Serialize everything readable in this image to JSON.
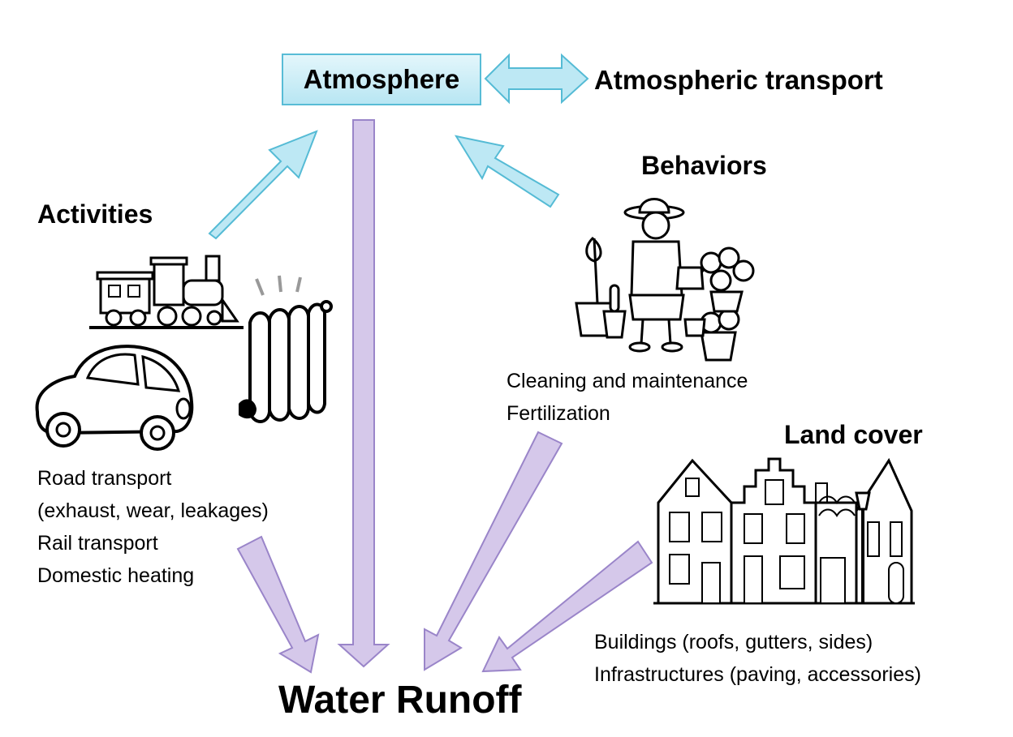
{
  "atmosphere": {
    "box_label": "Atmosphere",
    "transport_label": "Atmospheric transport"
  },
  "activities": {
    "heading": "Activities",
    "items": [
      "Road transport",
      "(exhaust, wear, leakages)",
      "Rail transport",
      "Domestic heating"
    ]
  },
  "behaviors": {
    "heading": "Behaviors",
    "items": [
      "Cleaning and maintenance",
      "Fertilization"
    ]
  },
  "land_cover": {
    "heading": "Land cover",
    "items": [
      "Buildings (roofs, gutters, sides)",
      "Infrastructures (paving, accessories)"
    ]
  },
  "sink": {
    "label": "Water Runoff"
  },
  "colors": {
    "atmosphere_arrow_fill": "#bde8f4",
    "atmosphere_arrow_stroke": "#55bbd5",
    "runoff_arrow_fill": "#d5c8ea",
    "runoff_arrow_stroke": "#9a85c9",
    "box_border": "#58bcd6"
  },
  "illustrations": [
    "train-icon",
    "car-icon",
    "radiator-icon",
    "gardener-icon",
    "houses-icon"
  ]
}
